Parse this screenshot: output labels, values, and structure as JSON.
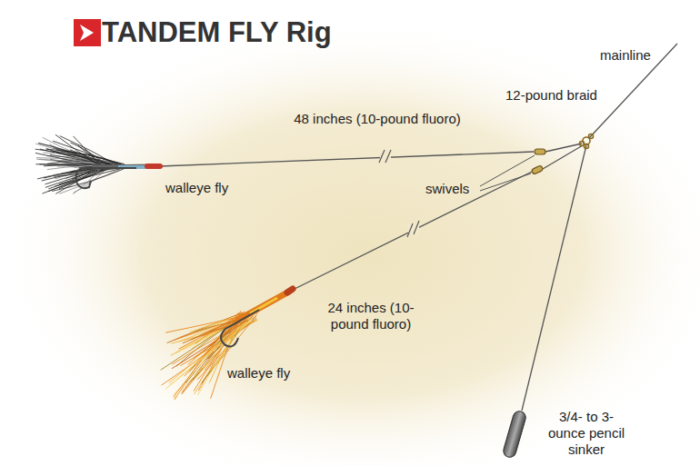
{
  "diagram": {
    "title": "TANDEM FLY Rig",
    "labels": [
      "mainline",
      "12-pound braid",
      "48 inches (10-pound fluoro)",
      "swivels",
      "walleye fly",
      "24 inches (10-pound fluoro)",
      "walleye fly",
      "3/4- to 3-ounce pencil sinker"
    ]
  }
}
